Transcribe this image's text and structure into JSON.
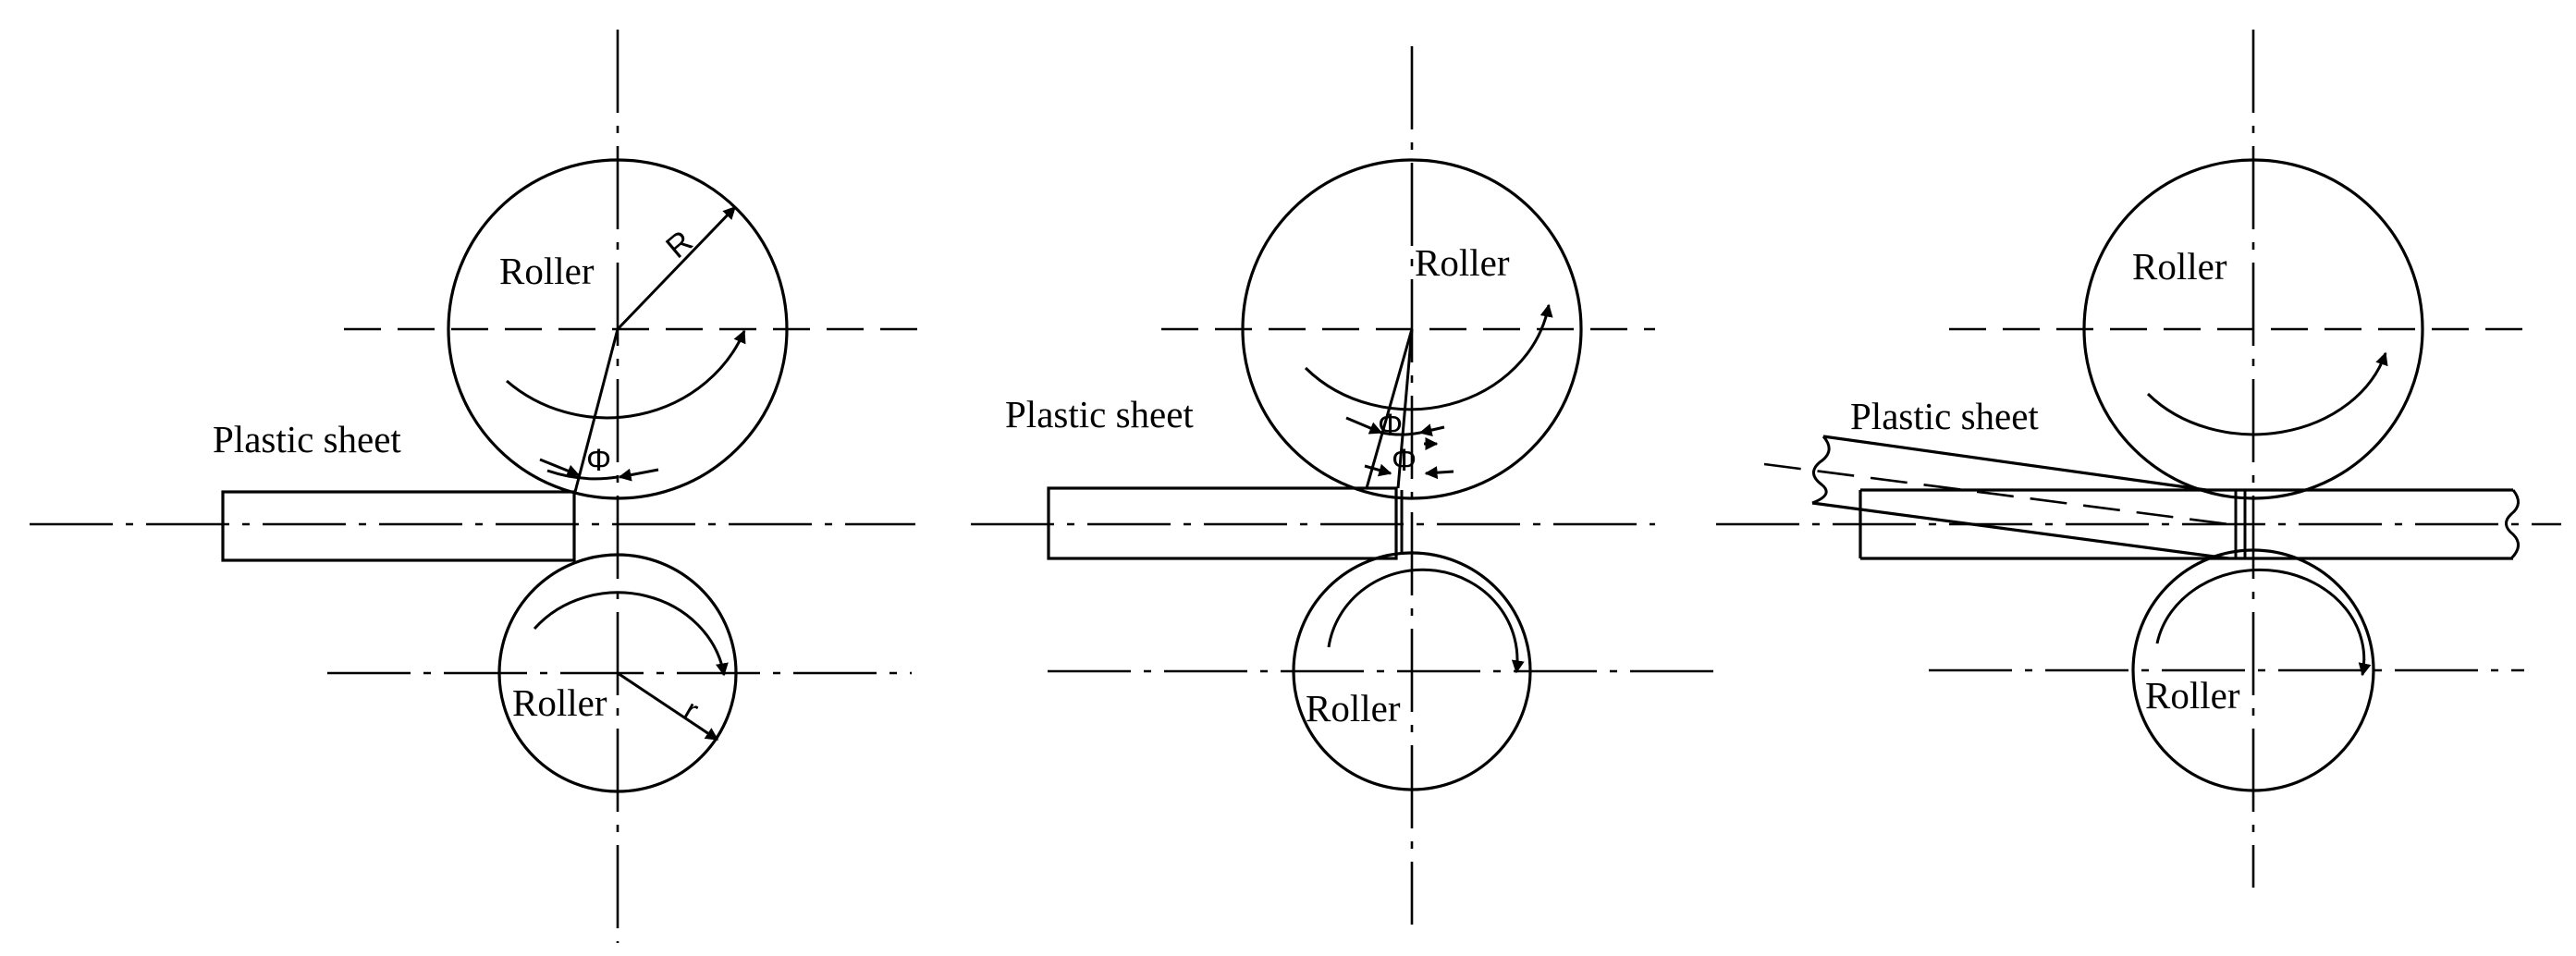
{
  "panels": [
    {
      "id": "panel-1",
      "labels": {
        "upper_roller": "Roller",
        "lower_roller": "Roller",
        "sheet": "Plastic sheet"
      },
      "symbols": {
        "upper_radius": "R",
        "lower_radius": "r",
        "angle": "Φ"
      }
    },
    {
      "id": "panel-2",
      "labels": {
        "upper_roller": "Roller",
        "lower_roller": "Roller",
        "sheet": "Plastic sheet"
      },
      "symbols": {
        "angle_1": "Φ",
        "angle_2": "Φ"
      }
    },
    {
      "id": "panel-3",
      "labels": {
        "upper_roller": "Roller",
        "lower_roller": "Roller",
        "sheet": "Plastic sheet"
      }
    }
  ],
  "colors": {
    "ink": "#000000",
    "background": "#ffffff"
  }
}
